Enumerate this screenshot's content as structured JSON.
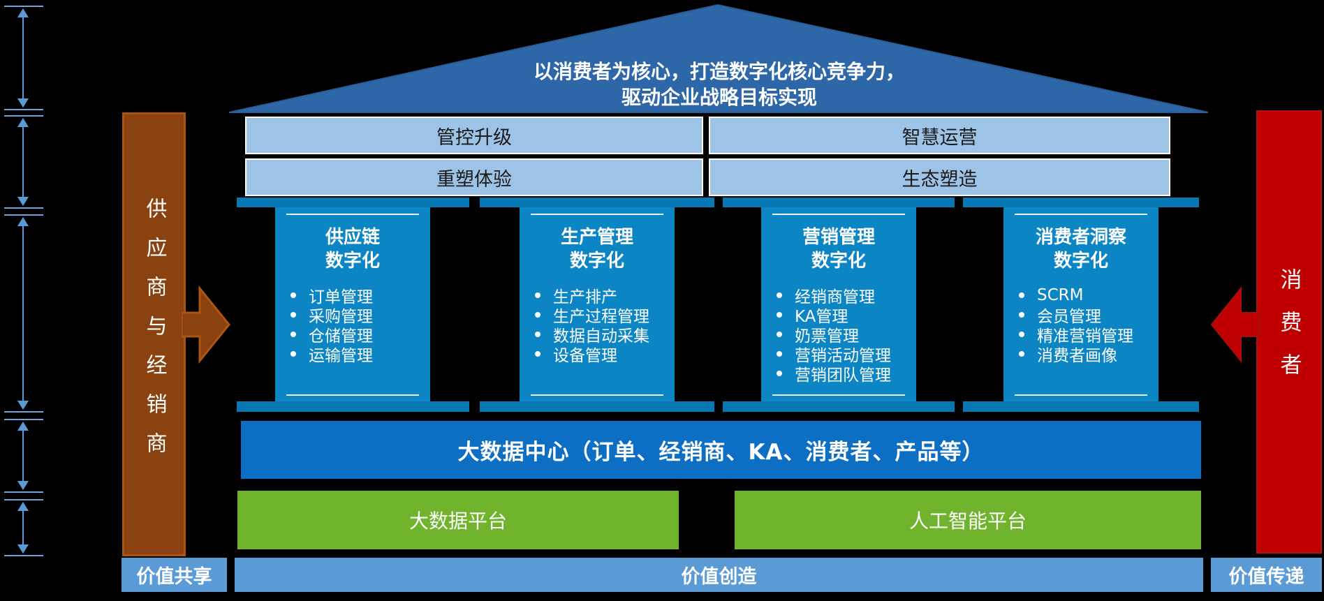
{
  "roof": {
    "line1": "以消费者为核心，打造数字化核心竞争力，",
    "line2": "驱动企业战略目标实现"
  },
  "strategy_bars": {
    "top_left": "管控升级",
    "top_right": "智慧运营",
    "bottom_left": "重塑体验",
    "bottom_right": "生态塑造"
  },
  "pillars": [
    {
      "title": "供应链\n数字化",
      "bullets": [
        "订单管理",
        "采购管理",
        "仓储管理",
        "运输管理"
      ]
    },
    {
      "title": "生产管理\n数字化",
      "bullets": [
        "生产排产",
        "生产过程管理",
        "数据自动采集",
        "设备管理"
      ]
    },
    {
      "title": "营销管理\n数字化",
      "bullets": [
        "经销商管理",
        "KA管理",
        "奶票管理",
        "营销活动管理",
        "营销团队管理"
      ]
    },
    {
      "title": "消费者洞察\n数字化",
      "bullets": [
        "SCRM",
        "会员管理",
        "精准营销管理",
        "消费者画像"
      ]
    }
  ],
  "data_center": {
    "label": "大数据中心（订单、经销商、KA、消费者、产品等）"
  },
  "platforms": {
    "left": "大数据平台",
    "right": "人工智能平台"
  },
  "value_bars": {
    "left": "价值共享",
    "center": "价值创造",
    "right": "价值传递"
  },
  "side_bars": {
    "left": "供应商与经销商",
    "right": "消费者"
  },
  "colors": {
    "background": "#000000",
    "roof_blue": "#2E67A8",
    "strategy_light_blue": "#9DC3E6",
    "pillar_blue": "#0C85C4",
    "pillar_cap_blue": "#0878B5",
    "data_center_blue": "#0C6FC4",
    "platform_green": "#6FB42C",
    "value_bar_blue": "#5B9BD5",
    "supplier_brown": "#8A4210",
    "consumer_red": "#C00000",
    "dimension_blue": "#5B9BD5"
  }
}
